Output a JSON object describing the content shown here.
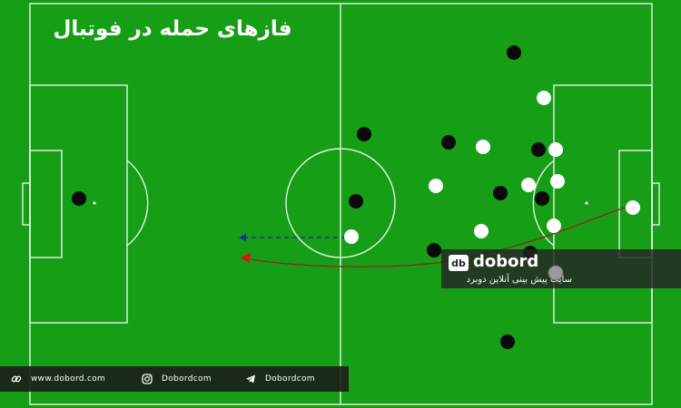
{
  "title": "فازهای حمله در فوتبال",
  "brand": {
    "name": "dobord",
    "tagline": "سایت پیش بینی آنلاین دوبرد"
  },
  "social": [
    {
      "icon": "link-icon",
      "label": "www.dobord.com"
    },
    {
      "icon": "instagram-icon",
      "label": "Dobordcom"
    },
    {
      "icon": "telegram-icon",
      "label": "Dobordcom"
    }
  ],
  "colors": {
    "pitch": "#169e16",
    "lines": "#e8f2e8",
    "team_a": "#0a0a0a",
    "team_b": "#ffffff",
    "highlight_player": "#9a9a9a",
    "ball_path": "#8a2a1a",
    "pass_arrow": "#1c2aa8",
    "ball": "#d41a0a"
  }
}
